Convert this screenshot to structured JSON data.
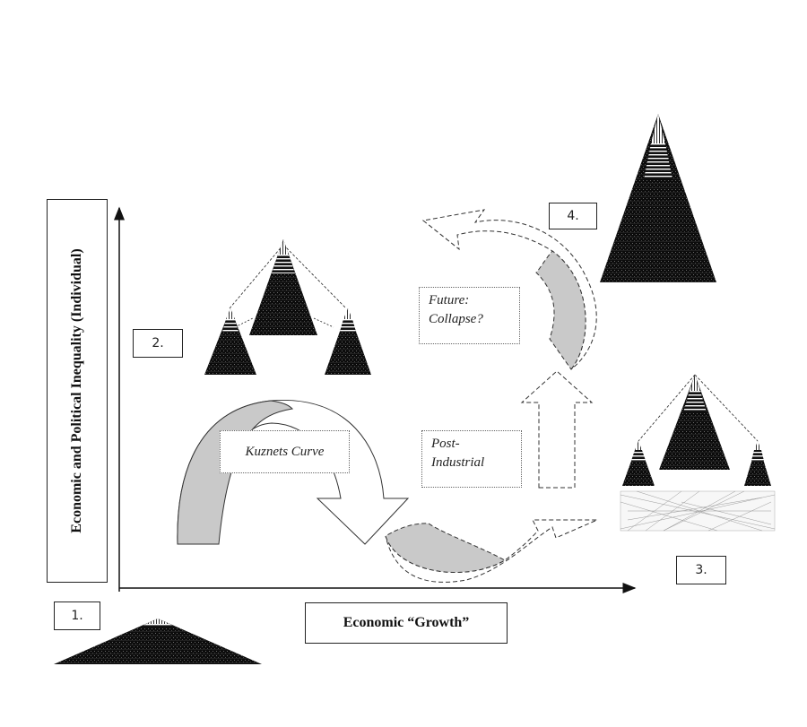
{
  "diagram": {
    "y_axis_label": "Economic and Political Inequality (Individual)",
    "x_axis_label": "Economic “Growth”",
    "stages": [
      {
        "number": "1."
      },
      {
        "number": "2."
      },
      {
        "number": "3."
      },
      {
        "number": "4."
      }
    ],
    "labels": {
      "kuznets": "Kuznets Curve",
      "post_industrial": "Post-\nIndustrial",
      "future": "Future:\nCollapse?"
    }
  }
}
